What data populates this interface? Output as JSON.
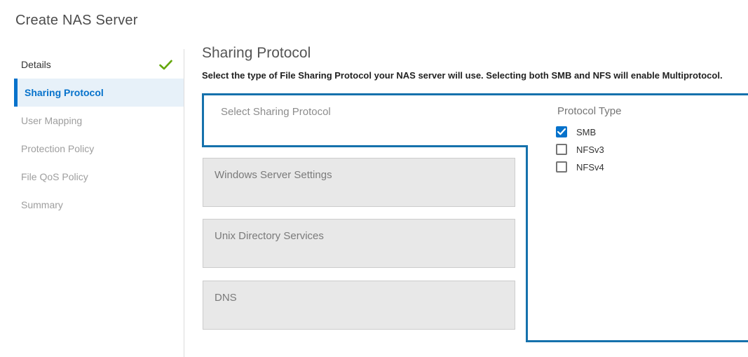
{
  "page": {
    "title": "Create NAS Server"
  },
  "colors": {
    "accent_blue": "#0672cb",
    "highlight_border": "#1571ac",
    "success_green": "#64a70b",
    "active_step_bg": "#e7f1f9",
    "panel_gray": "#e8e8e8"
  },
  "sidebar": {
    "items": [
      {
        "label": "Details",
        "state": "completed",
        "icon": "check-icon"
      },
      {
        "label": "Sharing Protocol",
        "state": "active"
      },
      {
        "label": "User Mapping",
        "state": "disabled"
      },
      {
        "label": "Protection Policy",
        "state": "disabled"
      },
      {
        "label": "File QoS Policy",
        "state": "disabled"
      },
      {
        "label": "Summary",
        "state": "disabled"
      }
    ]
  },
  "main": {
    "heading": "Sharing Protocol",
    "description": "Select the type of File Sharing Protocol your NAS server will use. Selecting both SMB and NFS will enable Multiprotocol.",
    "select_section_label": "Select Sharing Protocol",
    "protocol_type": {
      "label": "Protocol Type",
      "options": [
        {
          "label": "SMB",
          "checked": true
        },
        {
          "label": "NFSv3",
          "checked": false
        },
        {
          "label": "NFSv4",
          "checked": false
        }
      ]
    },
    "accordions": [
      {
        "label": "Windows Server Settings"
      },
      {
        "label": "Unix Directory Services"
      },
      {
        "label": "DNS"
      }
    ]
  }
}
